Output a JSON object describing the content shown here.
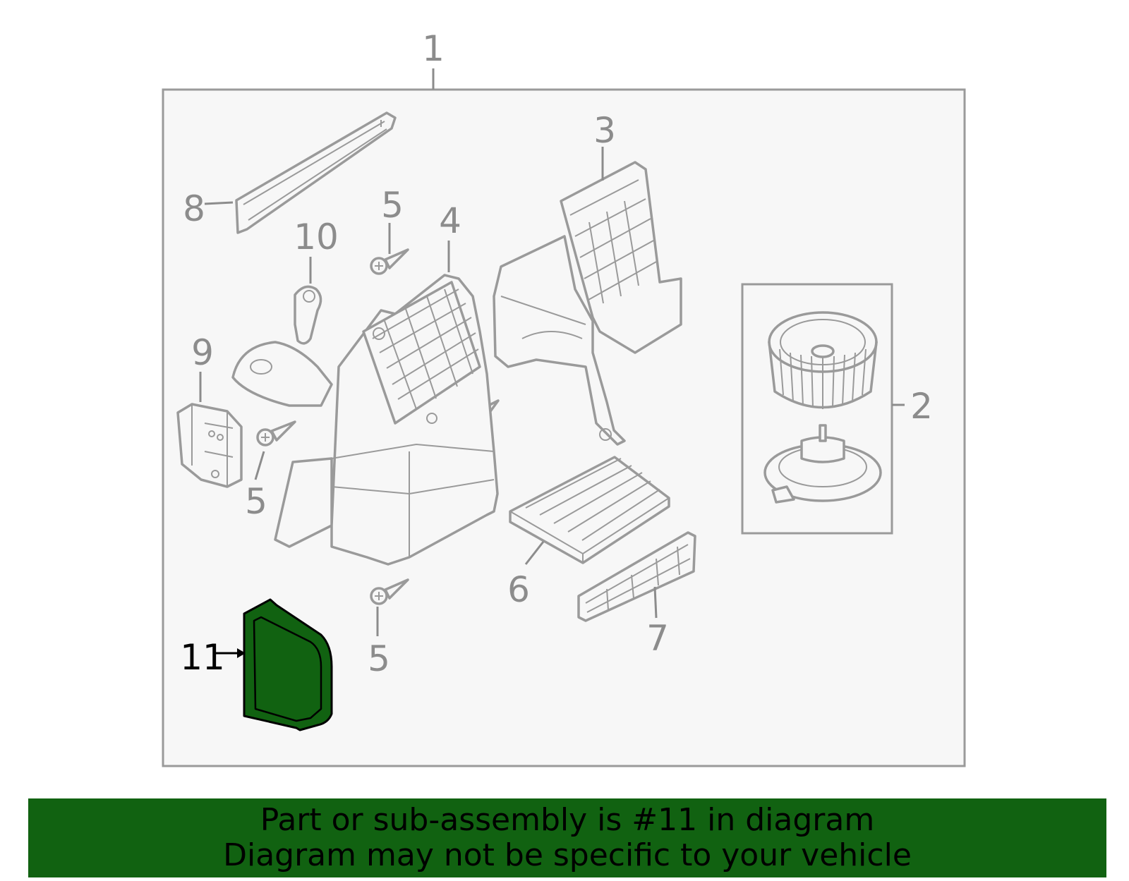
{
  "diagram": {
    "callouts": {
      "c1": "1",
      "c2": "2",
      "c3": "3",
      "c4": "4",
      "c5a": "5",
      "c5b": "5",
      "c5c": "5",
      "c6": "6",
      "c7": "7",
      "c8": "8",
      "c9": "9",
      "c10": "10",
      "c11": "11"
    },
    "highlight_color": "#116211"
  },
  "banner": {
    "line1": "Part or sub-assembly is #11 in diagram",
    "line2": "Diagram may not be specific to your vehicle",
    "background": "#116211"
  }
}
